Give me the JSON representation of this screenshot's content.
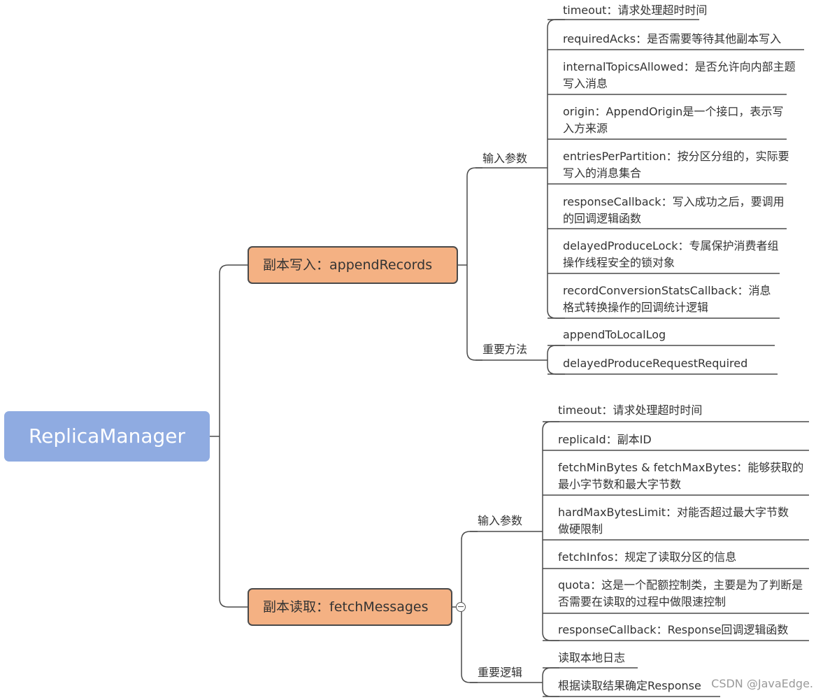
{
  "root": {
    "label": "ReplicaManager"
  },
  "append": {
    "label": "副本写入：appendRecords",
    "inputs_label": "输入参数",
    "methods_label": "重要方法",
    "inputs": [
      "timeout：请求处理超时时间",
      "requiredAcks：是否需要等待其他副本写入",
      "internalTopicsAllowed：是否允许向内部主题写入消息",
      "origin：AppendOrigin是一个接口，表示写入方来源",
      "entriesPerPartition：按分区分组的，实际要写入的消息集合",
      "responseCallback：写入成功之后，要调用的回调逻辑函数",
      "delayedProduceLock：专属保护消费者组操作线程安全的锁对象",
      "recordConversionStatsCallback：消息格式转换操作的回调统计逻辑"
    ],
    "methods": [
      "appendToLocalLog",
      "delayedProduceRequestRequired"
    ]
  },
  "fetch": {
    "label": "副本读取：fetchMessages",
    "inputs_label": "输入参数",
    "logic_label": "重要逻辑",
    "inputs": [
      "timeout：请求处理超时时间",
      "replicaId：副本ID",
      "fetchMinBytes & fetchMaxBytes：能够获取的最小字节数和最大字节数",
      "hardMaxBytesLimit：对能否超过最大字节数做硬限制",
      "fetchInfos：规定了读取分区的信息",
      "quota：这是一个配额控制类，主要是为了判断是否需要在读取的过程中做限速控制",
      "responseCallback：Response回调逻辑函数"
    ],
    "logic": [
      "读取本地日志",
      "根据读取结果确定Response"
    ]
  },
  "watermark": "CSDN @JavaEdge."
}
